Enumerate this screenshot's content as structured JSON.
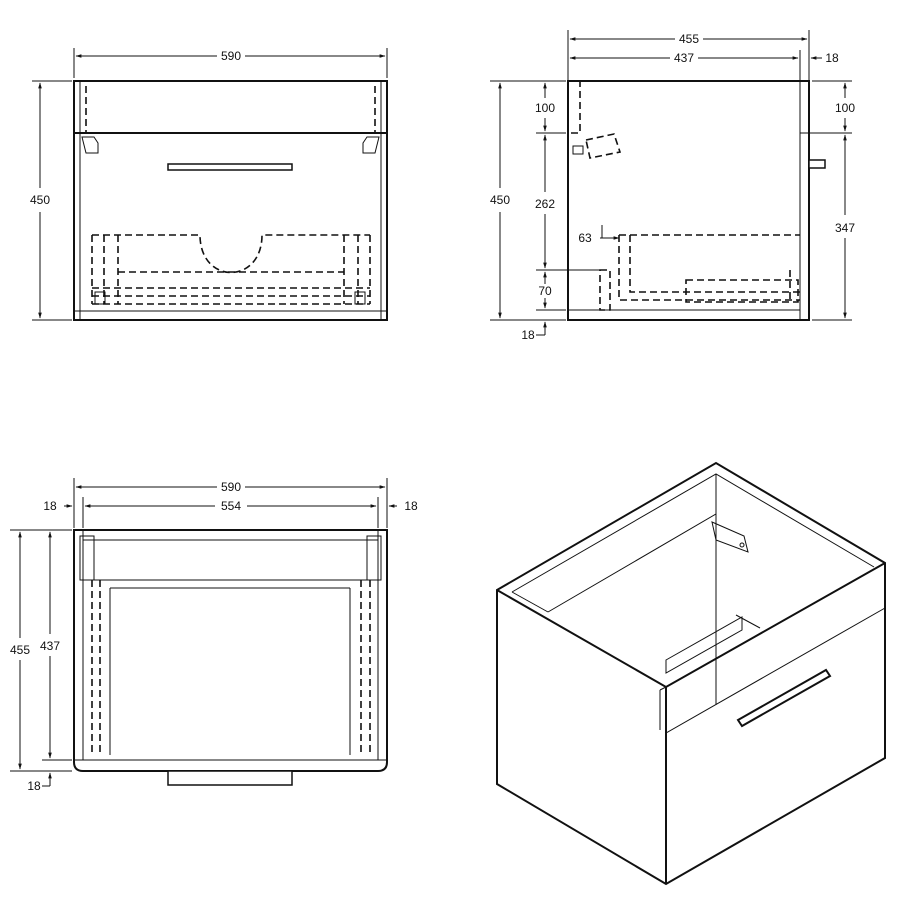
{
  "front_view": {
    "width_label": "590",
    "height_label": "450"
  },
  "side_view": {
    "overall_depth_label": "455",
    "inner_depth_label": "437",
    "front_thickness_label": "18",
    "top_left_label": "100",
    "top_right_label": "100",
    "height_label": "450",
    "left_262_label": "262",
    "left_63_label": "63",
    "left_70_label": "70",
    "bottom_18_label": "18",
    "right_347_label": "347"
  },
  "plan_view": {
    "width_label": "590",
    "inner_width_label": "554",
    "left_side_label": "18",
    "right_side_label": "18",
    "depth_label": "455",
    "inner_depth_label": "437",
    "front_label": "18"
  }
}
